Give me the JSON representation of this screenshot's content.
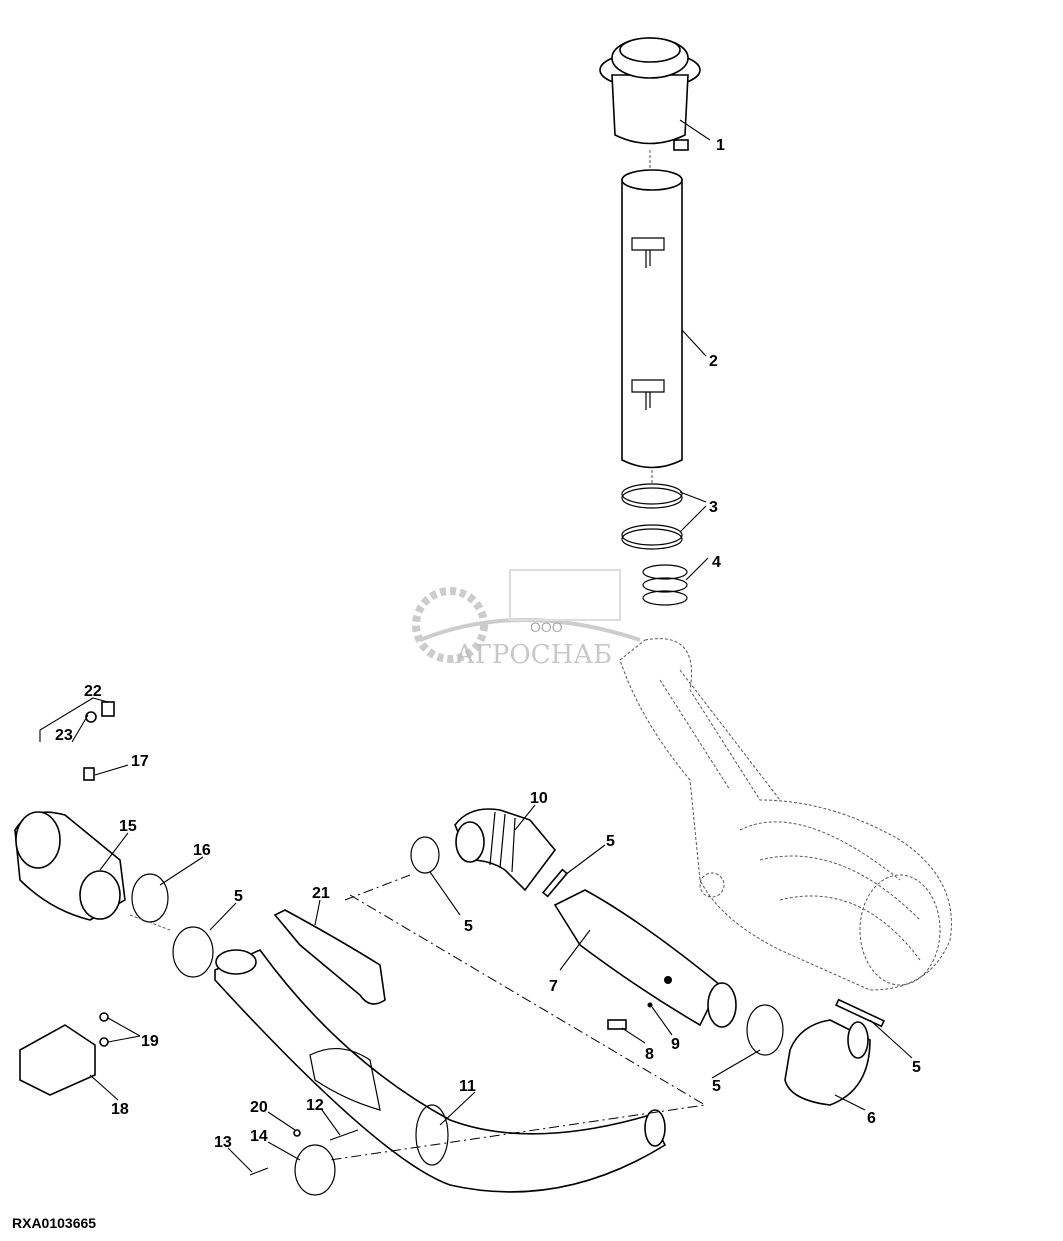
{
  "diagram": {
    "type": "exploded parts diagram",
    "reference_code": "RXA0103665",
    "watermark": {
      "prefix": "ООО",
      "name": "АГРОСНАБ"
    },
    "callouts": [
      {
        "id": "c1",
        "label": "1"
      },
      {
        "id": "c2",
        "label": "2"
      },
      {
        "id": "c3",
        "label": "3"
      },
      {
        "id": "c4",
        "label": "4"
      },
      {
        "id": "c5a",
        "label": "5"
      },
      {
        "id": "c5b",
        "label": "5"
      },
      {
        "id": "c5c",
        "label": "5"
      },
      {
        "id": "c5d",
        "label": "5"
      },
      {
        "id": "c5e",
        "label": "5"
      },
      {
        "id": "c6",
        "label": "6"
      },
      {
        "id": "c7",
        "label": "7"
      },
      {
        "id": "c8",
        "label": "8"
      },
      {
        "id": "c9",
        "label": "9"
      },
      {
        "id": "c10",
        "label": "10"
      },
      {
        "id": "c11",
        "label": "11"
      },
      {
        "id": "c12",
        "label": "12"
      },
      {
        "id": "c13",
        "label": "13"
      },
      {
        "id": "c14",
        "label": "14"
      },
      {
        "id": "c15",
        "label": "15"
      },
      {
        "id": "c16",
        "label": "16"
      },
      {
        "id": "c17",
        "label": "17"
      },
      {
        "id": "c18",
        "label": "18"
      },
      {
        "id": "c19",
        "label": "19"
      },
      {
        "id": "c20",
        "label": "20"
      },
      {
        "id": "c21",
        "label": "21"
      },
      {
        "id": "c22",
        "label": "22"
      },
      {
        "id": "c23",
        "label": "23"
      }
    ]
  }
}
